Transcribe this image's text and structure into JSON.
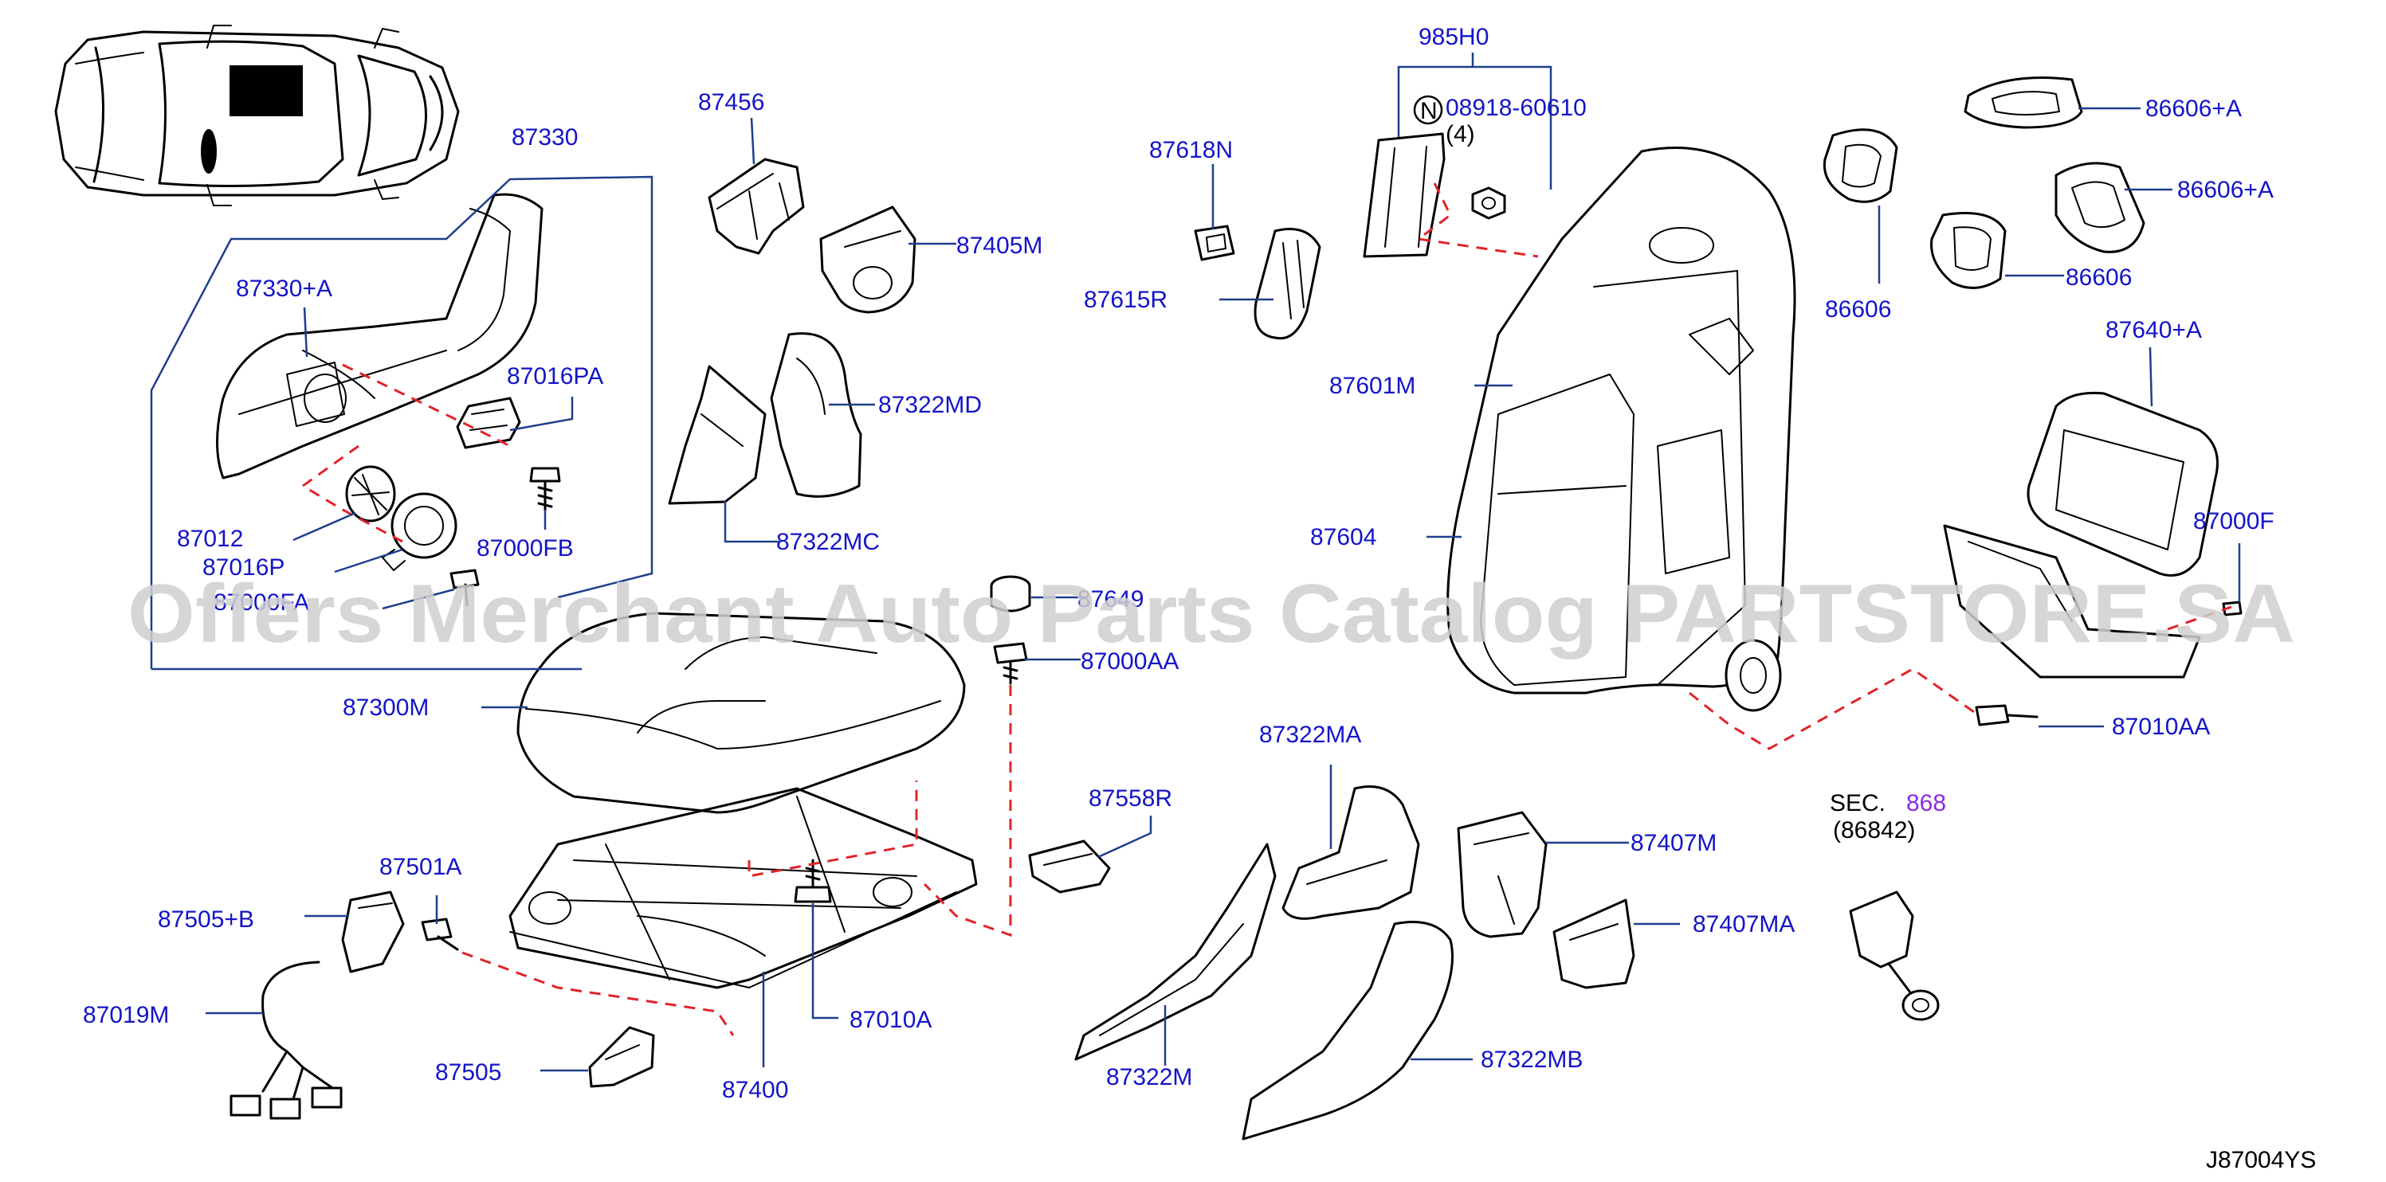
{
  "colors": {
    "label": "#1414c8",
    "leader": "#1e3f8c",
    "dash": "#e0242a",
    "ink": "#000000",
    "sec_ref": "#8a2be2",
    "watermark": "#d0d0d0"
  },
  "labels": {
    "p87330": "87330",
    "p87330A": "87330+A",
    "p87016PA": "87016PA",
    "p87012": "87012",
    "p87016P": "87016P",
    "p87000FB": "87000FB",
    "p87000FA": "87000FA",
    "p87456": "87456",
    "p87405M": "87405M",
    "p87322MD": "87322MD",
    "p87322MC": "87322MC",
    "p87649": "87649",
    "p87000AA": "87000AA",
    "p87300M": "87300M",
    "p87618N": "87618N",
    "p87615R": "87615R",
    "p985H0": "985H0",
    "p08918": "08918-60610",
    "p08918_qty": "(4)",
    "p87601M": "87601M",
    "p87604": "87604",
    "p86606A_1": "86606+A",
    "p86606A_2": "86606+A",
    "p86606_1": "86606",
    "p86606_2": "86606",
    "p87640A": "87640+A",
    "p87000F": "87000F",
    "p87010AA": "87010AA",
    "p87322MA": "87322MA",
    "p87558R": "87558R",
    "p87407M": "87407M",
    "p87407MA": "87407MA",
    "p87322MB": "87322MB",
    "p87322M": "87322M",
    "p87501A": "87501A",
    "p87505B": "87505+B",
    "p87019M": "87019M",
    "p87505": "87505",
    "p87400": "87400",
    "p87010A": "87010A",
    "sec_prefix": "SEC.",
    "sec_number": "868",
    "sec_ref": "(86842)",
    "n_marker": "N",
    "diagram_code": "J87004YS"
  },
  "watermark": "Offers Merchant Auto Parts Catalog PARTSTORE.SA"
}
